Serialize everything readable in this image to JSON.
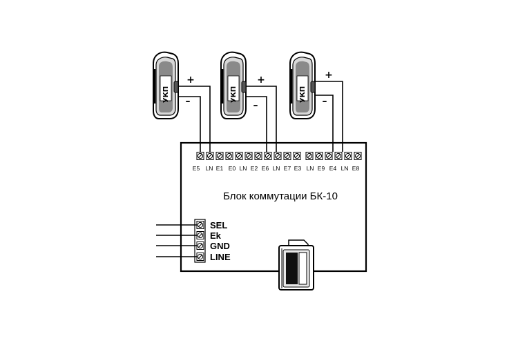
{
  "handset": {
    "label": "УКП",
    "plus": "+",
    "minus": "–"
  },
  "block": {
    "title": "Блок коммутации БК-10",
    "terminal_labels": [
      "E5",
      "LN",
      "E1",
      "E0",
      "LN",
      "E2",
      "E6",
      "LN",
      "E7",
      "E3",
      "LN",
      "E9",
      "E4",
      "LN",
      "E8"
    ]
  },
  "side_terminals": {
    "labels": [
      "SEL",
      "Ek",
      "GND",
      "LINE"
    ]
  }
}
